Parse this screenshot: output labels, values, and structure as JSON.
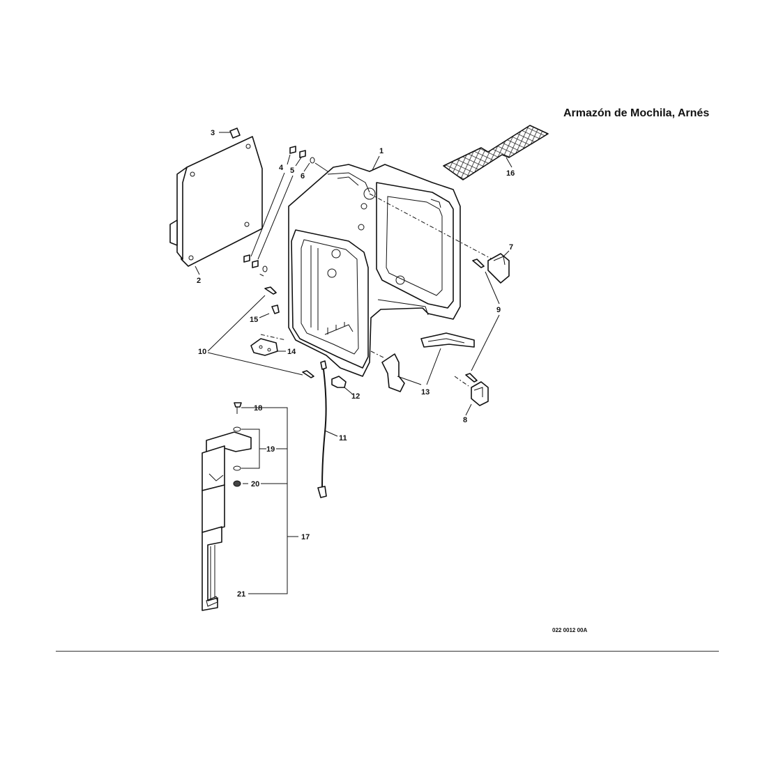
{
  "title": "Armazón de Mochila, Arnés",
  "drawing_code": "022 0012 00A",
  "callouts": {
    "c1": "1",
    "c2": "2",
    "c3": "3",
    "c4": "4",
    "c5": "5",
    "c6": "6",
    "c7": "7",
    "c8": "8",
    "c9": "9",
    "c10": "10",
    "c11": "11",
    "c12": "12",
    "c13": "13",
    "c14": "14",
    "c15": "15",
    "c16": "16",
    "c17": "17",
    "c18": "18",
    "c19": "19",
    "c20": "20",
    "c21": "21"
  }
}
